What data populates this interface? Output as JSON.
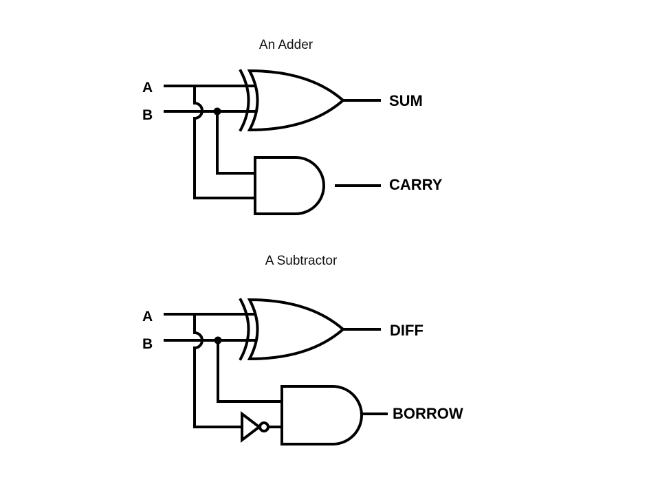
{
  "adder": {
    "caption": "An Adder",
    "input_a": "A",
    "input_b": "B",
    "output_sum": "SUM",
    "output_carry": "CARRY"
  },
  "subtractor": {
    "caption": "A Subtractor",
    "input_a": "A",
    "input_b": "B",
    "output_diff": "DIFF",
    "output_borrow": "BORROW"
  },
  "colors": {
    "ink": "#000000",
    "background": "#ffffff"
  }
}
